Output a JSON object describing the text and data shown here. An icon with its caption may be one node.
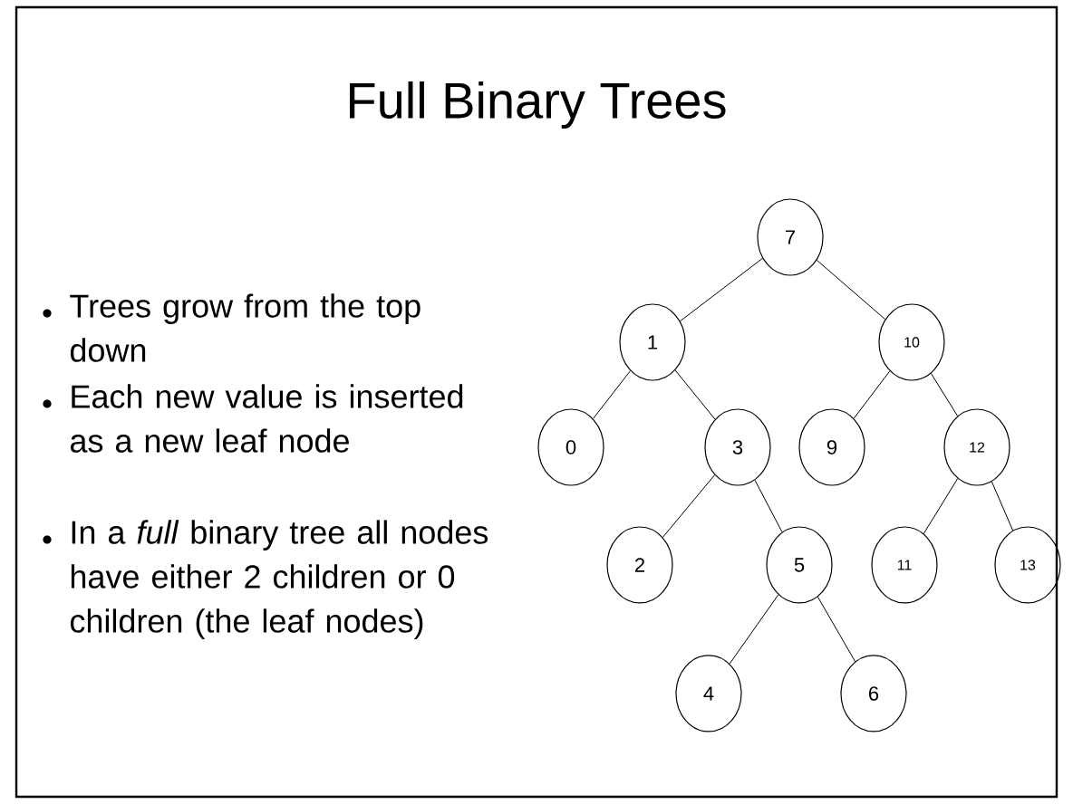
{
  "diagram": {
    "title": "Full Binary Trees",
    "nodes": [
      {
        "text": [
          "7"
        ]
      },
      {
        "text": [
          "1"
        ]
      },
      {
        "text": [
          "10"
        ]
      },
      {
        "text": [
          "0"
        ]
      },
      {
        "text": [
          "3"
        ]
      },
      {
        "text": [
          "9"
        ]
      },
      {
        "text": [
          "12"
        ]
      },
      {
        "text": [
          "2"
        ]
      },
      {
        "text": [
          "5"
        ]
      },
      {
        "text": [
          "11"
        ]
      },
      {
        "text": [
          "13"
        ]
      },
      {
        "text": [
          "4"
        ]
      },
      {
        "text": [
          "6"
        ]
      }
    ],
    "edges": [
      {
        "from": 0,
        "to": 1,
        "arrow": "none"
      },
      {
        "from": 0,
        "to": 2,
        "arrow": "none"
      },
      {
        "from": 1,
        "to": 3,
        "arrow": "none"
      },
      {
        "from": 1,
        "to": 4,
        "arrow": "none"
      },
      {
        "from": 2,
        "to": 5,
        "arrow": "none"
      },
      {
        "from": 2,
        "to": 6,
        "arrow": "none"
      },
      {
        "from": 4,
        "to": 7,
        "arrow": "none"
      },
      {
        "from": 4,
        "to": 8,
        "arrow": "none"
      },
      {
        "from": 6,
        "to": 9,
        "arrow": "none"
      },
      {
        "from": 6,
        "to": 10,
        "arrow": "none"
      },
      {
        "from": 8,
        "to": 11,
        "arrow": "none"
      },
      {
        "from": 8,
        "to": 12,
        "arrow": "none"
      }
    ],
    "labels": [
      "Trees grow from the top down",
      "Each new value is inserted as a new leaf node",
      "In a *full* binary tree all nodes have either 2 children or 0 children (the leaf nodes)"
    ]
  }
}
